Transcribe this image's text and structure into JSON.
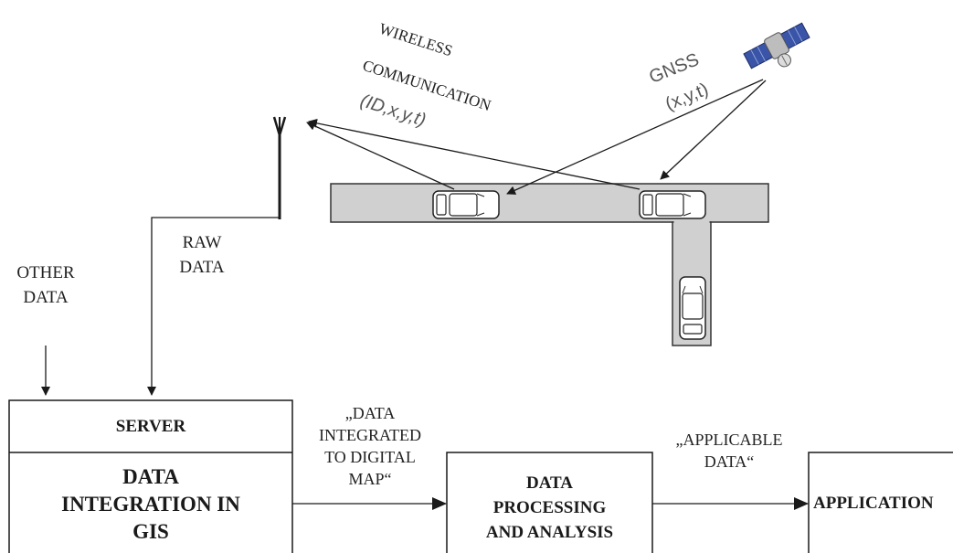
{
  "top": {
    "wireless_line1": "WIRELESS",
    "wireless_line2": "COMMUNICATION",
    "wireless_params": "(ID,x,y,t)",
    "gnss_line1": "GNSS",
    "gnss_params": "(x,y,t)"
  },
  "labels": {
    "raw_data_1": "RAW",
    "raw_data_2": "DATA",
    "other_data_1": "OTHER",
    "other_data_2": "DATA",
    "integrated_1": "„DATA",
    "integrated_2": "INTEGRATED",
    "integrated_3": "TO DIGITAL",
    "integrated_4": "MAP“",
    "applicable_1": "„APPLICABLE",
    "applicable_2": "DATA“"
  },
  "boxes": {
    "server": "SERVER",
    "gis_1": "DATA",
    "gis_2": "INTEGRATION IN",
    "gis_3": "GIS",
    "processing_1": "DATA",
    "processing_2": "PROCESSING",
    "processing_3": "AND ANALYSIS",
    "application": "APPLICATION"
  },
  "colors": {
    "road": "#d0d0d0",
    "line": "#1a1a1a",
    "gray_text": "#555555"
  }
}
